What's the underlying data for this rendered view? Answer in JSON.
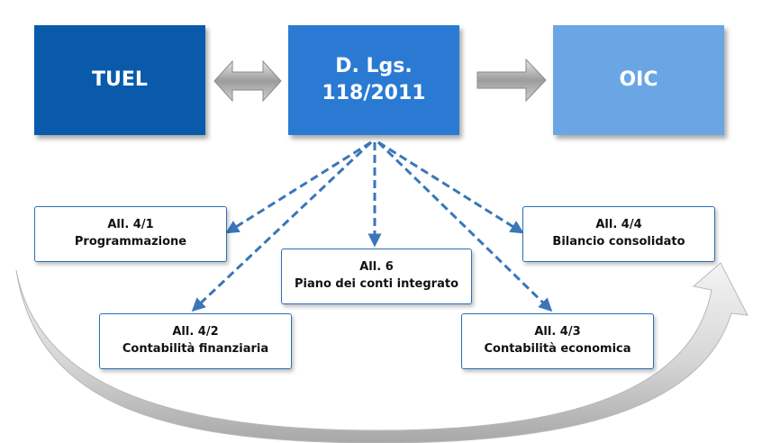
{
  "top_boxes": {
    "tuel": "TUEL",
    "dlgs_line1": "D. Lgs.",
    "dlgs_line2": "118/2011",
    "oic": "OIC"
  },
  "annexes": {
    "a41": {
      "title": "All. 4/1",
      "subtitle": "Programmazione"
    },
    "a44": {
      "title": "All. 4/4",
      "subtitle": "Bilancio consolidato"
    },
    "a6": {
      "title": "All. 6",
      "subtitle": "Piano dei conti integrato"
    },
    "a42": {
      "title": "All. 4/2",
      "subtitle": "Contabilità finanziaria"
    },
    "a43": {
      "title": "All. 4/3",
      "subtitle": "Contabilità economica"
    }
  },
  "colors": {
    "tuel": "#0a5aab",
    "dlgs": "#2a7ad4",
    "oic": "#6aa6e4",
    "dashed_arrow": "#3a76b8",
    "gray_arrow": "#9a9a9a"
  }
}
